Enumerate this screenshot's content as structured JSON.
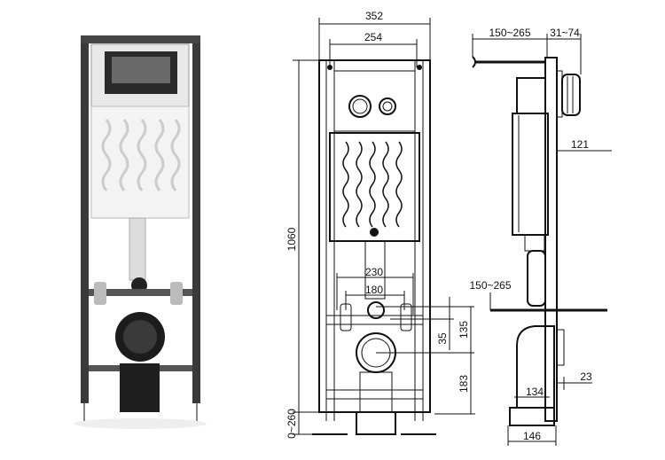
{
  "dimensions": {
    "frame_width": "352",
    "panel_width": "254",
    "frame_height": "1060",
    "leg_adjust": "0~260",
    "bracket_outer": "230",
    "bracket_inner": "180",
    "inlet_offset": "35",
    "outlet_height_a": "135",
    "outlet_height_b": "183",
    "top_depth": "150~265",
    "plate_depth": "31~74",
    "cistern_depth": "121",
    "bolt_depth": "150~265",
    "elbow_depth": "134",
    "foot_depth": "23",
    "base_depth": "146"
  }
}
